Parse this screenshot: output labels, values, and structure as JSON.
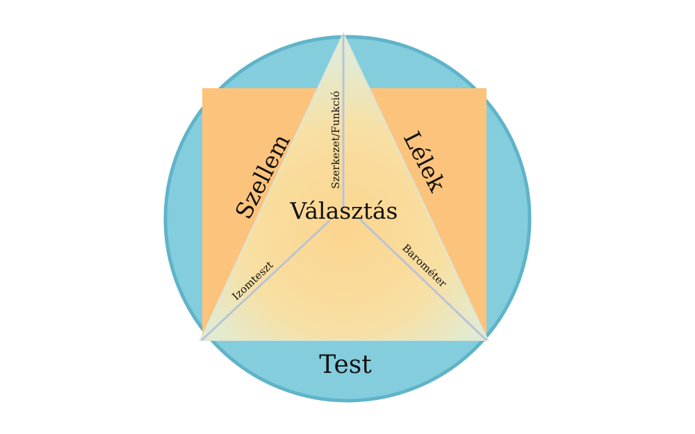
{
  "labels": {
    "left": "Szellem",
    "right": "Lélek",
    "bottom": "Test",
    "center": "Választás",
    "vertical_axis": "Szerkezet/Funkció",
    "left_axis": "Izomteszt",
    "right_axis": "Barométer"
  },
  "colors": {
    "circle_fill": "#84cddd",
    "circle_stroke": "#5fb4c9",
    "square_fill": "#fcc37c",
    "triangle_light": "#e6ecd0",
    "triangle_center": "#fcd995",
    "axis_line": "#b9c3d6"
  }
}
